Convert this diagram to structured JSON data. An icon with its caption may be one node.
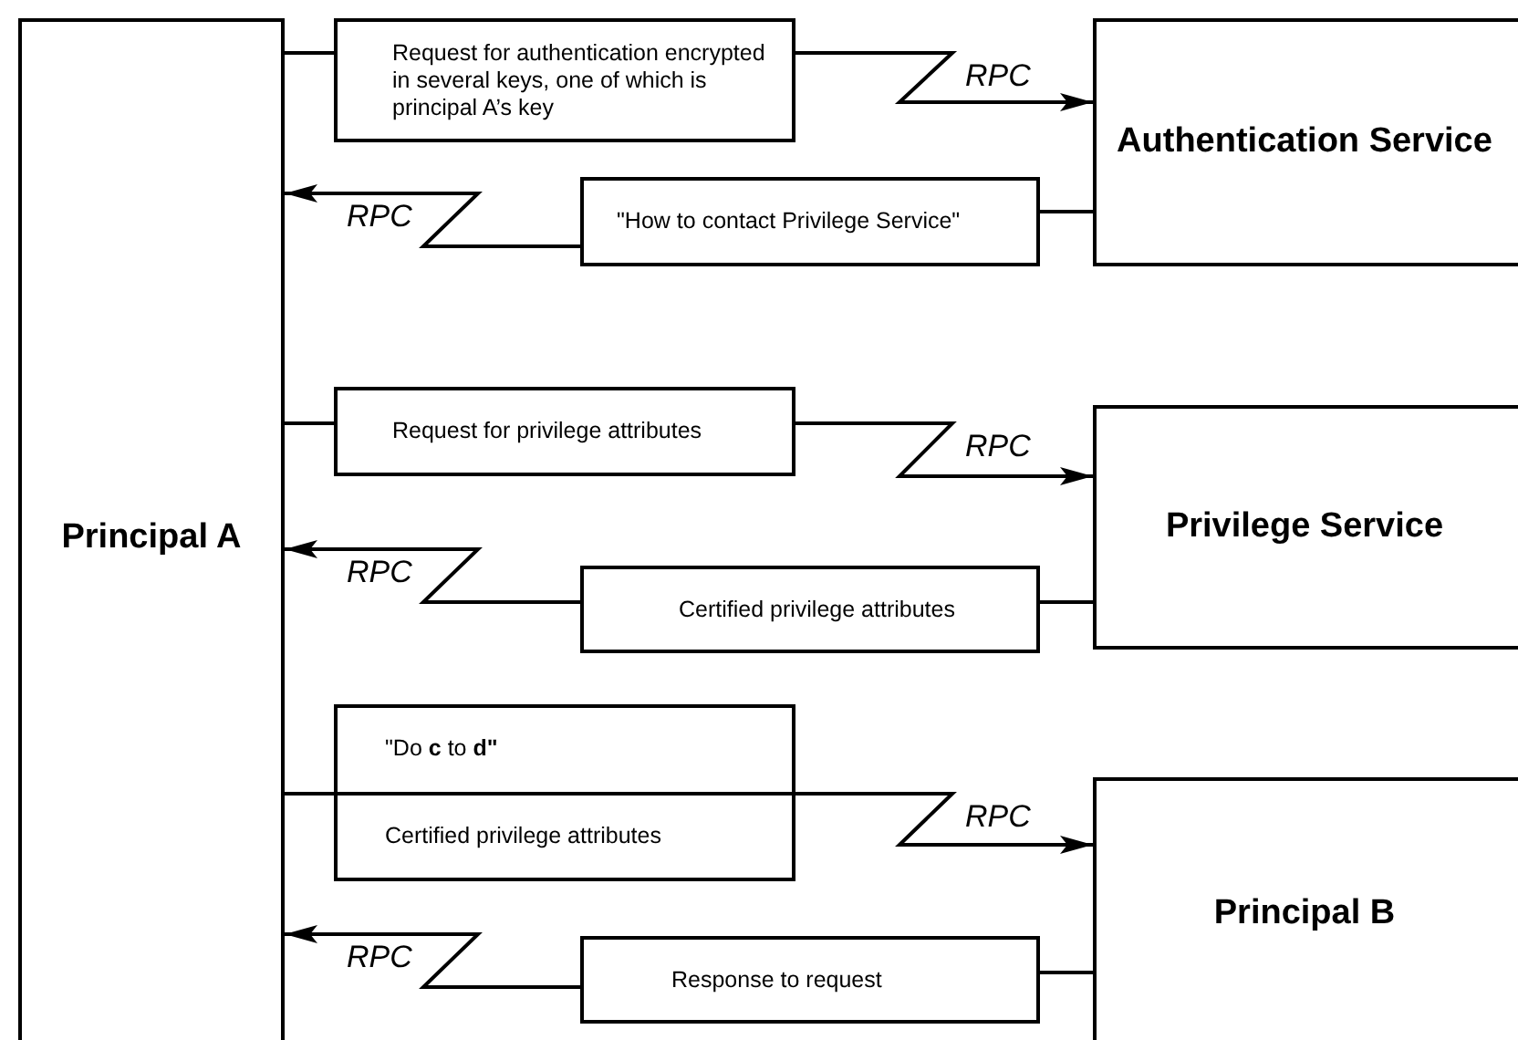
{
  "diagram": {
    "nodes": [
      {
        "text": [
          "Principal A"
        ]
      },
      {
        "text": [
          "Request for authentication encrypted in several keys, one of which is principal A’s key"
        ]
      },
      {
        "text": [
          "Authentication Service"
        ]
      },
      {
        "text": [
          "\"How to contact Privilege Service\""
        ]
      },
      {
        "text": [
          "Request for privilege attributes"
        ]
      },
      {
        "text": [
          "Privilege Service"
        ]
      },
      {
        "text": [
          "Certified privilege attributes"
        ]
      },
      {
        "text": [
          "\"Do **c** to **d\"**",
          "Certified privilege attributes"
        ]
      },
      {
        "text": [
          "Principal B"
        ]
      },
      {
        "text": [
          "Response to request"
        ]
      }
    ],
    "edges": [
      {
        "from": 0,
        "to": 1,
        "arrow": "none"
      },
      {
        "from": 1,
        "to": 2,
        "arrow": "to",
        "label": "RPC"
      },
      {
        "from": 2,
        "to": 3,
        "arrow": "none"
      },
      {
        "from": 3,
        "to": 0,
        "arrow": "to",
        "label": "RPC"
      },
      {
        "from": 0,
        "to": 4,
        "arrow": "none"
      },
      {
        "from": 4,
        "to": 5,
        "arrow": "to",
        "label": "RPC"
      },
      {
        "from": 5,
        "to": 6,
        "arrow": "none"
      },
      {
        "from": 6,
        "to": 0,
        "arrow": "to",
        "label": "RPC"
      },
      {
        "from": 0,
        "to": 7,
        "arrow": "none"
      },
      {
        "from": 7,
        "to": 8,
        "arrow": "to",
        "label": "RPC"
      },
      {
        "from": 8,
        "to": 9,
        "arrow": "none"
      },
      {
        "from": 9,
        "to": 0,
        "arrow": "to",
        "label": "RPC"
      }
    ]
  }
}
